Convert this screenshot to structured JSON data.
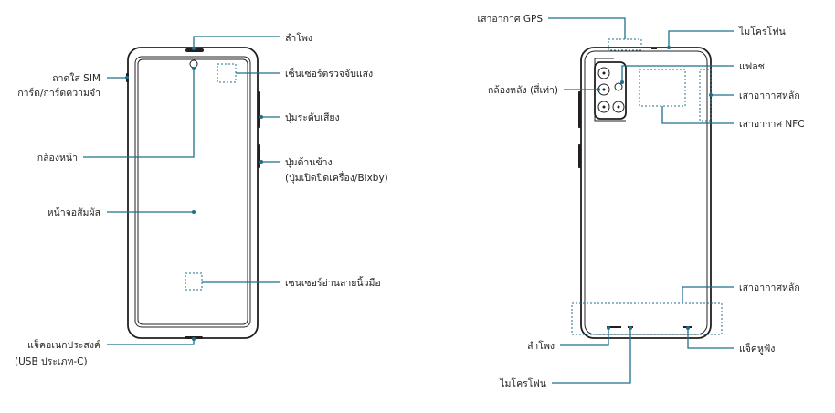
{
  "front": {
    "speaker": "ลำโพง",
    "light_sensor": "เซ็นเซอร์ตรวจจับแสง",
    "sim_tray_line1": "ถาดใส่ SIM",
    "sim_tray_line2": "การ์ด/การ์ดความจำ",
    "volume_key": "ปุ่มระดับเสียง",
    "front_camera": "กล้องหน้า",
    "side_key_line1": "ปุ่มด้านข้าง",
    "side_key_line2": "(ปุ่มเปิดปิดเครื่อง/Bixby)",
    "touchscreen": "หน้าจอสัมผัส",
    "fingerprint_sensor": "เซนเซอร์อ่านลายนิ้วมือ",
    "usb_jack_line1": "แจ็คอเนกประสงค์",
    "usb_jack_line2": "(USB ประเภท-C)"
  },
  "back": {
    "gps_antenna": "เสาอากาศ GPS",
    "microphone_top": "ไมโครโฟน",
    "flash": "แฟลช",
    "rear_camera": "กล้องหลัง (สี่เท่า)",
    "main_antenna_top": "เสาอากาศหลัก",
    "nfc_antenna": "เสาอากาศ NFC",
    "main_antenna_bottom": "เสาอากาศหลัก",
    "speaker": "ลำโพง",
    "earphone_jack": "แจ็คหูฟัง",
    "microphone_bottom": "ไมโครโฟน"
  }
}
